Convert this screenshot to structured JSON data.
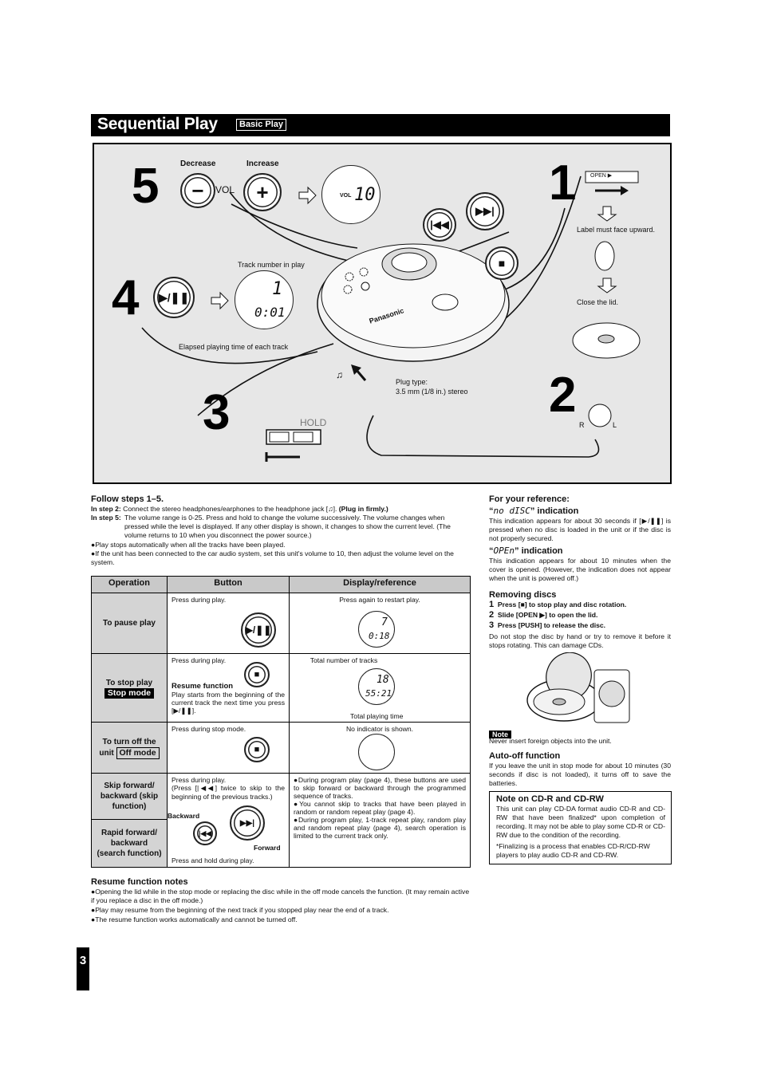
{
  "header": {
    "title": "Sequential Play",
    "tag": "Basic Play"
  },
  "diagram": {
    "steps": [
      "1",
      "2",
      "3",
      "4",
      "5"
    ],
    "decrease": "Decrease",
    "increase": "Increase",
    "vol": "VOL",
    "vol_small": "VOL",
    "vol_value": "10",
    "track_number_label": "Track number in play",
    "track_value": "1",
    "time_value": "0:01",
    "elapsed_label": "Elapsed playing time of each track",
    "open_label": "OPEN ▶",
    "label_face": "Label must face upward.",
    "close_lid": "Close the lid.",
    "plug_type": "Plug type:",
    "plug_spec": "3.5 mm (1/8 in.) stereo",
    "hold": "HOLD",
    "r": "R",
    "l": "L",
    "brand": "Panasonic",
    "headphone_symbol": "♫"
  },
  "follow": {
    "title": "Follow steps 1–5.",
    "step2_label": "In step 2:",
    "step2_text": "Connect the stereo headphones/earphones to the headphone jack [♫].",
    "step2_bold": "(Plug in firmly.)",
    "step5_label": "In step 5:",
    "step5_text": "The volume range is 0-25. Press and hold to change the volume successively. The volume changes when pressed while the level is displayed. If any other display is shown, it changes to show the current level. (The volume returns to 10 when you disconnect the power source.)",
    "bullet1": "●Play stops automatically when all the tracks have been played.",
    "bullet2": "●If the unit has been connected to the car audio system, set this unit's volume to 10, then adjust the volume level on the system."
  },
  "table": {
    "headers": [
      "Operation",
      "Button",
      "Display/reference"
    ],
    "pause": {
      "op": "To pause play",
      "btn": "Press during play.",
      "disp": "Press again to restart play.",
      "lcd1": "7",
      "lcd2": "0:18"
    },
    "stop": {
      "op": "To stop play",
      "mode": "Stop mode",
      "btn": "Press during play.",
      "resume_title": "Resume function",
      "resume_text": "Play starts from the beginning of the current track the next time you press [▶/❚❚].",
      "disp_top": "Total number of tracks",
      "disp_bottom": "Total playing time",
      "lcd1": "18",
      "lcd2": "55:21"
    },
    "off": {
      "op": "To turn off the unit",
      "mode": "Off mode",
      "btn": "Press during stop mode.",
      "disp": "No indicator is shown."
    },
    "skip": {
      "op": "Skip forward/ backward (skip function)",
      "btn": "Press during play.",
      "btn2": "(Press [|◀◀] twice to skip to the beginning of the previous tracks.)",
      "backward": "Backward",
      "forward": "Forward",
      "hold": "Press and hold during play."
    },
    "search": {
      "op": "Rapid forward/ backward (search function)"
    },
    "notes": [
      "●During program play (page 4), these buttons are used to skip forward or backward through the programmed sequence of tracks.",
      "●You cannot skip to tracks that have been played in random or random repeat play (page 4).",
      "●During program play, 1-track repeat play, random play and random repeat play (page 4), search operation is limited to the current track only."
    ]
  },
  "resume_notes": {
    "title": "Resume function notes",
    "items": [
      "●Opening the lid while in the stop mode or replacing the disc while in the off mode cancels the function. (It may remain active if you replace a disc in the off mode.)",
      "●Play may resume from the beginning of the next track if you stopped play near the end of a track.",
      "●The resume function works automatically and cannot be turned off."
    ]
  },
  "right": {
    "ref_title": "For your reference:",
    "nodisc_lcd": "no dISC",
    "nodisc_title": "indication",
    "nodisc_text": "This indication appears for about 30 seconds if [▶/❚❚] is pressed when no disc is loaded in the unit or if the disc is not properly secured.",
    "open_lcd": "OPEn",
    "open_title": "indication",
    "open_text": "This indication appears for about 10 minutes when the cover is opened. (However, the indication does not appear when the unit is powered off.)",
    "removing_title": "Removing discs",
    "step1": "Press [■] to stop play and disc rotation.",
    "step2": "Slide [OPEN ▶] to open the lid.",
    "step3": "Press [PUSH] to release the disc.",
    "removing_warn": "Do not stop the disc by hand or try to remove it before it stops rotating. This can damage CDs.",
    "note_tag": "Note",
    "note_text": "Never insert foreign objects into the unit.",
    "autooff_title": "Auto-off function",
    "autooff_text": "If you leave the unit in stop mode for about 10 minutes (30 seconds if disc is not loaded), it turns off to save the batteries.",
    "cdr_title": "Note on CD-R and CD-RW",
    "cdr_text": "This unit can play CD-DA format audio CD-R and CD-RW that have been finalized* upon completion of recording. It may not be able to play some CD-R or CD-RW due to the condition of the recording.",
    "cdr_foot": "*Finalizing is a process that enables CD-R/CD-RW players to play audio CD-R and CD-RW."
  },
  "page_number": "3"
}
